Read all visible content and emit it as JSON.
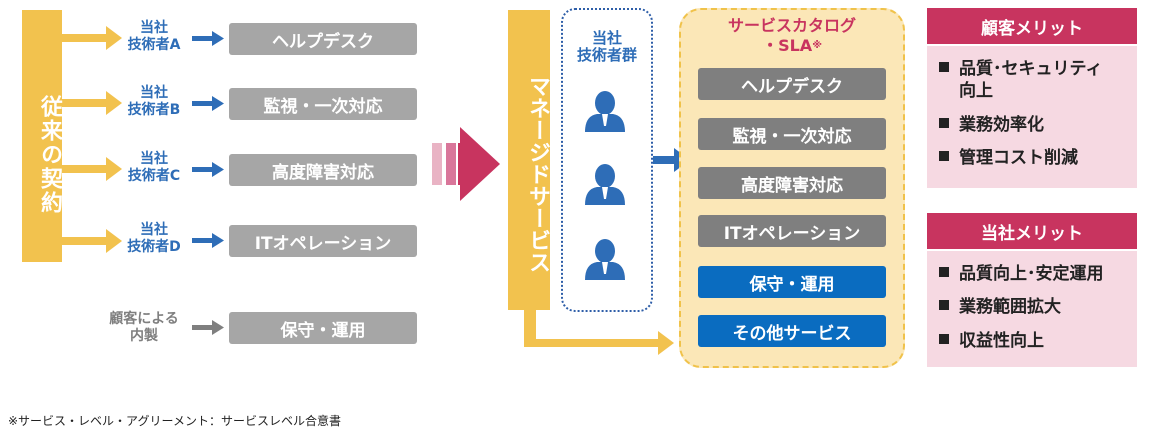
{
  "left": {
    "bar_label": "従来の契約",
    "engineers": [
      {
        "line1": "当社",
        "line2": "技術者A",
        "service": "ヘルプデスク"
      },
      {
        "line1": "当社",
        "line2": "技術者B",
        "service": "監視・一次対応"
      },
      {
        "line1": "当社",
        "line2": "技術者C",
        "service": "高度障害対応"
      },
      {
        "line1": "当社",
        "line2": "技術者D",
        "service": "ITオペレーション"
      }
    ],
    "inhouse": {
      "line1": "顧客による",
      "line2": "内製",
      "service": "保守・運用"
    }
  },
  "managed": {
    "bar_label": "マネージドサービス",
    "group_line1": "当社",
    "group_line2": "技術者群"
  },
  "catalog": {
    "title_line1": "サービスカタログ",
    "title_line2": "・SLA",
    "title_mark": "※",
    "items": [
      "ヘルプデスク",
      "監視・一次対応",
      "高度障害対応",
      "ITオペレーション"
    ],
    "blue_items": [
      "保守・運用",
      "その他サービス"
    ]
  },
  "benefits": {
    "customer": {
      "title": "顧客メリット",
      "items": [
        [
          "品質･セキュリティ",
          "向上"
        ],
        [
          "業務効率化"
        ],
        [
          "管理コスト削減"
        ]
      ]
    },
    "company": {
      "title": "当社メリット",
      "items": [
        [
          "品質向上･安定運用"
        ],
        [
          "業務範囲拡大"
        ],
        [
          "収益性向上"
        ]
      ]
    }
  },
  "footnote": "※サービス・レベル・アグリーメント：サービスレベル合意書",
  "colors": {
    "yellow": "#f2c24e",
    "blue": "#2e6db7",
    "magenta": "#c8345f",
    "gray": "#a6a6a6"
  }
}
